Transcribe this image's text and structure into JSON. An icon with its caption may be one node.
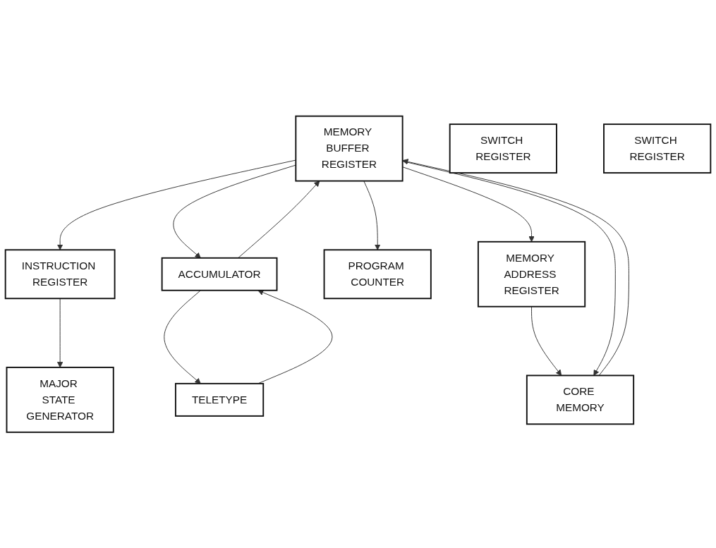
{
  "diagram": {
    "nodes": [
      {
        "text": [
          "MEMORY BUFFER REGISTER"
        ]
      },
      {
        "text": [
          "INSTRUCTION REGISTER"
        ]
      },
      {
        "text": [
          "MAJOR STATE GENERATOR"
        ]
      },
      {
        "text": [
          "SWITCH REGISTER"
        ]
      },
      {
        "text": [
          "ACCUMULATOR"
        ]
      },
      {
        "text": [
          "TELETYPE"
        ]
      },
      {
        "text": [
          "SWITCH REGISTER"
        ]
      },
      {
        "text": [
          "PROGRAM COUNTER"
        ]
      },
      {
        "text": [
          "MEMORY ADDRESS REGISTER"
        ]
      },
      {
        "text": [
          "CORE MEMORY"
        ]
      }
    ],
    "edges": [
      {
        "from": 0,
        "to": 1,
        "arrow": "to"
      },
      {
        "from": 1,
        "to": 2,
        "arrow": "to"
      },
      {
        "from": 0,
        "to": 4,
        "arrow": "to"
      },
      {
        "from": 4,
        "to": 0,
        "arrow": "to"
      },
      {
        "from": 5,
        "to": 4,
        "arrow": "to"
      },
      {
        "from": 4,
        "to": 5,
        "arrow": "to"
      },
      {
        "from": 0,
        "to": 7,
        "arrow": "to"
      },
      {
        "from": 0,
        "to": 8,
        "arrow": "to"
      },
      {
        "from": 8,
        "to": 9,
        "arrow": "to"
      },
      {
        "from": 0,
        "to": 9,
        "arrow": "to"
      },
      {
        "from": 9,
        "to": 0,
        "arrow": "to"
      }
    ]
  }
}
